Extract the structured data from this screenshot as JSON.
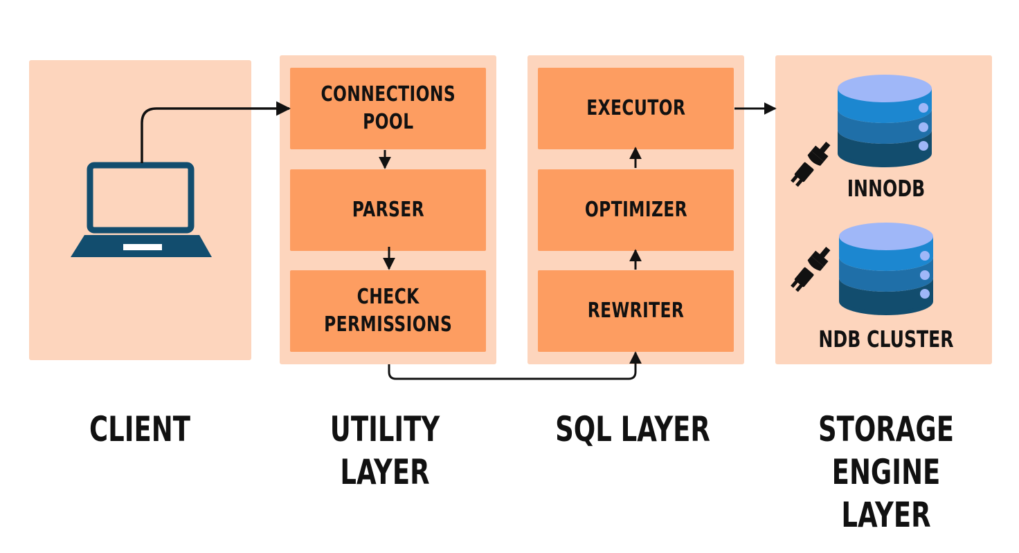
{
  "client": {
    "label": "CLIENT"
  },
  "utility": {
    "label": "UTILITY LAYER",
    "boxes": [
      "CONNECTIONS\nPOOL",
      "PARSER",
      "CHECK\nPERMISSIONS"
    ]
  },
  "sql": {
    "label": "SQL LAYER",
    "boxes": [
      "EXECUTOR",
      "OPTIMIZER",
      "REWRITER"
    ]
  },
  "storage": {
    "label": "STORAGE ENGINE\nLAYER",
    "engines": [
      "INNODB",
      "NDB CLUSTER"
    ]
  },
  "colors": {
    "panel": "#fdd5bd",
    "box": "#fd9d61",
    "laptop": "#124d6e",
    "db_top": "#9fb7f8",
    "db_mid": "#1c87d0",
    "db_bottom": "#124d6e"
  }
}
